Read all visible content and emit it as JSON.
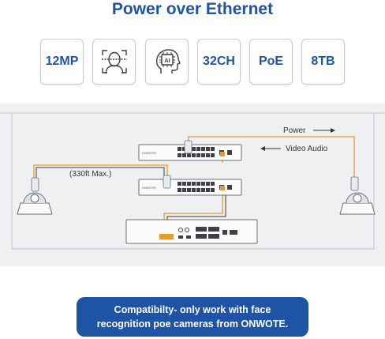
{
  "title": "Power over Ethernet",
  "features": [
    {
      "text": "12MP",
      "icon": ""
    },
    {
      "text": "",
      "icon": "face-scan-icon"
    },
    {
      "text": "",
      "icon": "ai-head-icon"
    },
    {
      "text": "32CH",
      "icon": ""
    },
    {
      "text": "PoE",
      "icon": ""
    },
    {
      "text": "8TB",
      "icon": ""
    }
  ],
  "diagram": {
    "legend_power": "Power",
    "legend_video_audio": "Video Audio",
    "distance": "(330ft Max.)",
    "switch_brand": "ONWOTE"
  },
  "note": {
    "line1": "Compatibilty- only work with face",
    "line2": "recognition poe cameras from ONWOTE."
  },
  "colors": {
    "brand_blue": "#1f54a5",
    "power_line": "#e69a2e",
    "data_line": "#3a3a3a",
    "diagram_bg": "#eff0f2"
  }
}
